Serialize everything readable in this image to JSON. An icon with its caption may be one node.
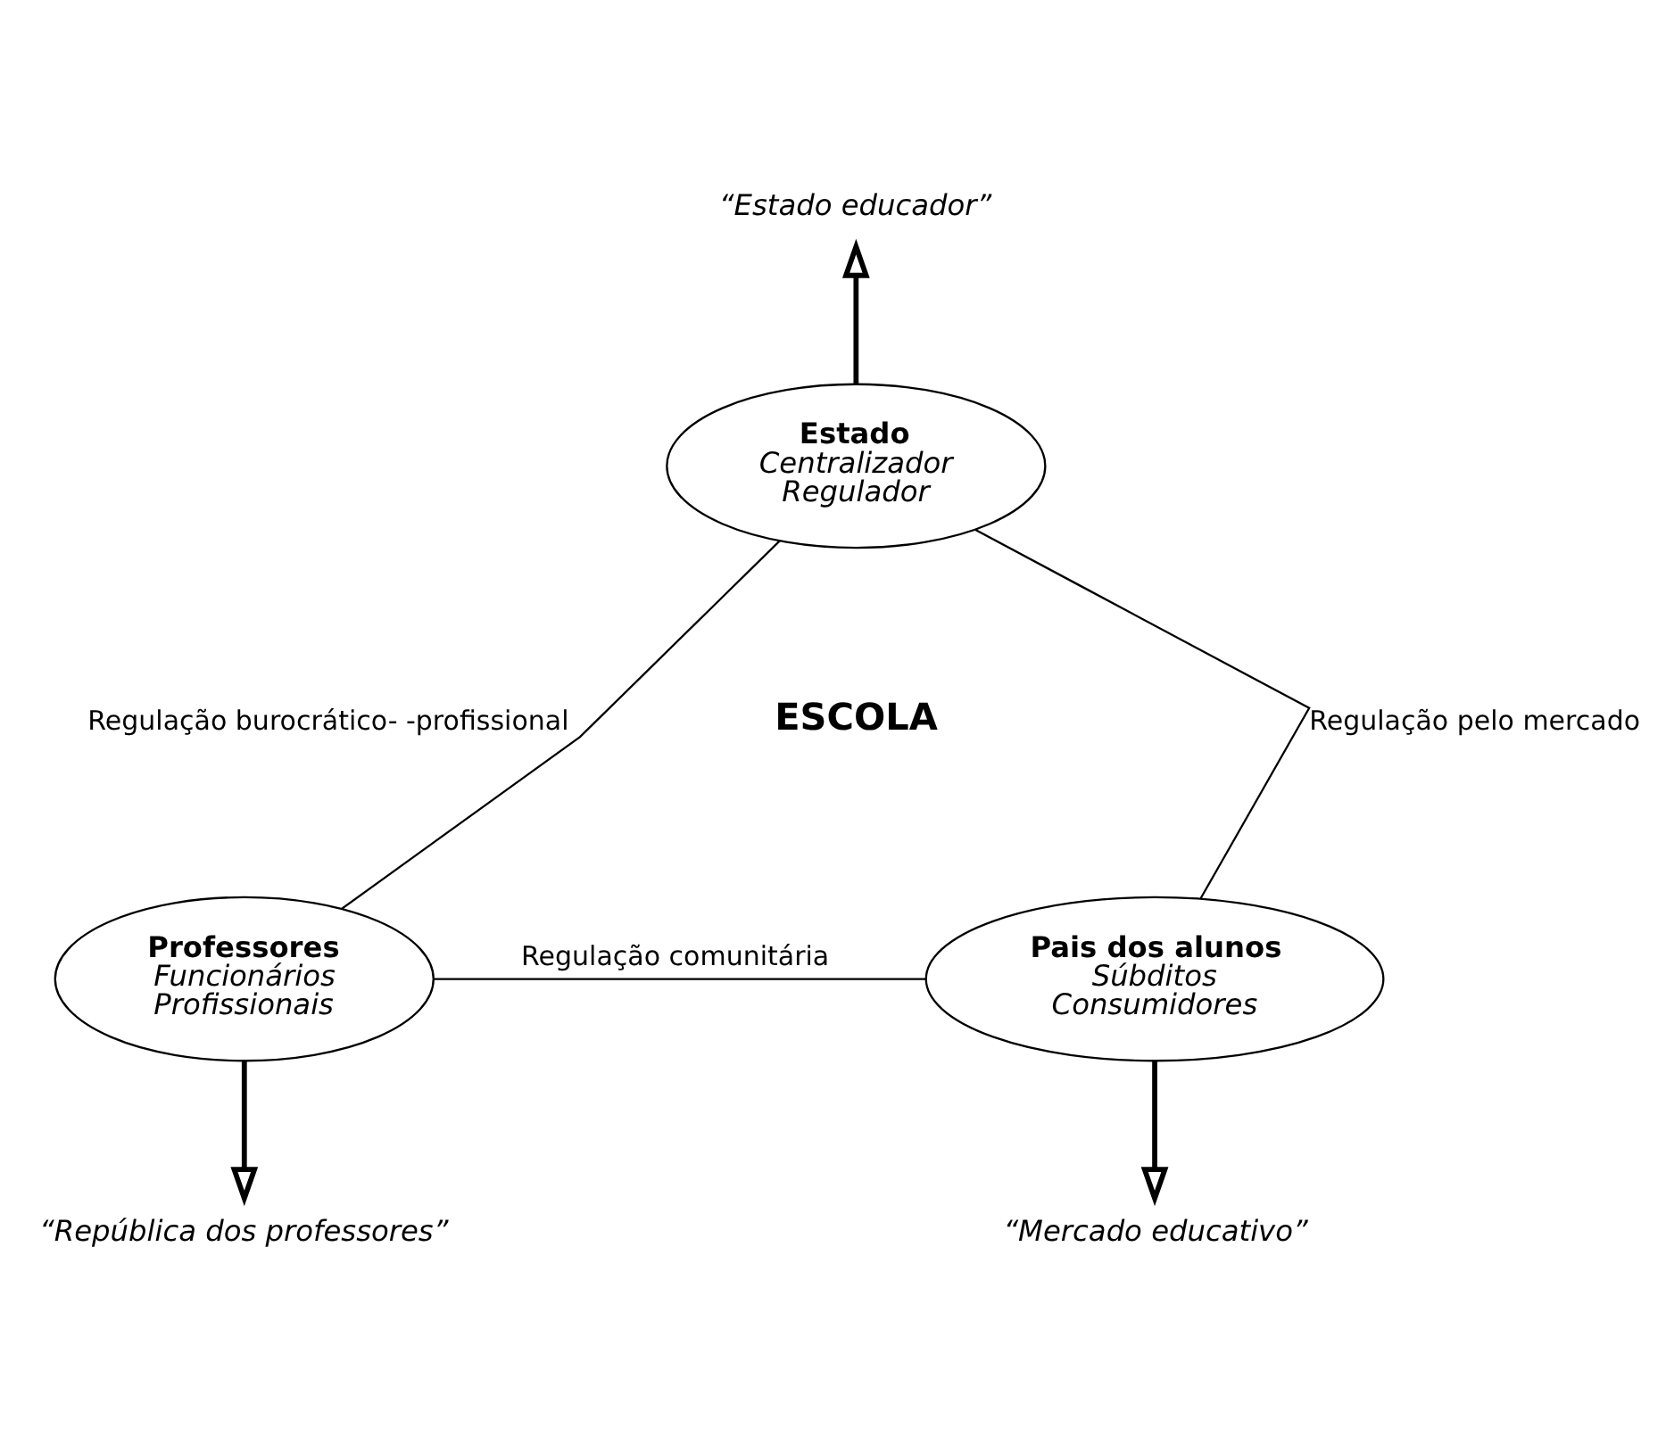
{
  "diagram": {
    "nodes": [
      {
        "text": [
          "Estado",
          "Centralizador",
          "Regulador"
        ]
      },
      {
        "text": [
          "“Estado educador”"
        ]
      },
      {
        "text": [
          "Professores",
          "Funcionários",
          "Profissionais"
        ]
      },
      {
        "text": [
          "“República dos professores”"
        ]
      },
      {
        "text": [
          "Pais dos alunos",
          "Súbditos",
          "Consumidores"
        ]
      },
      {
        "text": [
          "“Mercado educativo”"
        ]
      }
    ],
    "edges": [
      {
        "from": 0,
        "to": 1,
        "arrow": "to",
        "style": "thick"
      },
      {
        "from": 0,
        "to": 2,
        "arrow": "none",
        "label": "Regulação burocrático- -profissional"
      },
      {
        "from": 0,
        "to": 4,
        "arrow": "none",
        "label": "Regulação pelo mercado"
      },
      {
        "from": 2,
        "to": 4,
        "arrow": "none",
        "label": "Regulação comunitária"
      },
      {
        "from": 2,
        "to": 3,
        "arrow": "to",
        "style": "thick"
      },
      {
        "from": 4,
        "to": 5,
        "arrow": "to",
        "style": "thick"
      }
    ],
    "labels": [
      "ESCOLA"
    ]
  }
}
